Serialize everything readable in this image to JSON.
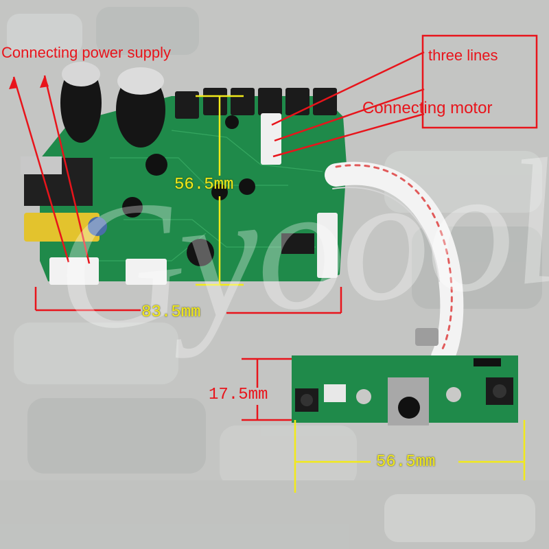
{
  "annotations": {
    "power_label": "Connecting power supply",
    "lines_label": "three lines",
    "motor_label": "Connecting motor"
  },
  "dimensions": {
    "main_board_height": "56.5mm",
    "main_board_width": "83.5mm",
    "control_board_height": "17.5mm",
    "control_board_width": "56.5mm"
  },
  "watermark": "Gyoool",
  "colors": {
    "annotation_red": "#e8141b",
    "dimension_yellow": "#f2ea1a",
    "pcb_green": "#1f8a4a"
  }
}
